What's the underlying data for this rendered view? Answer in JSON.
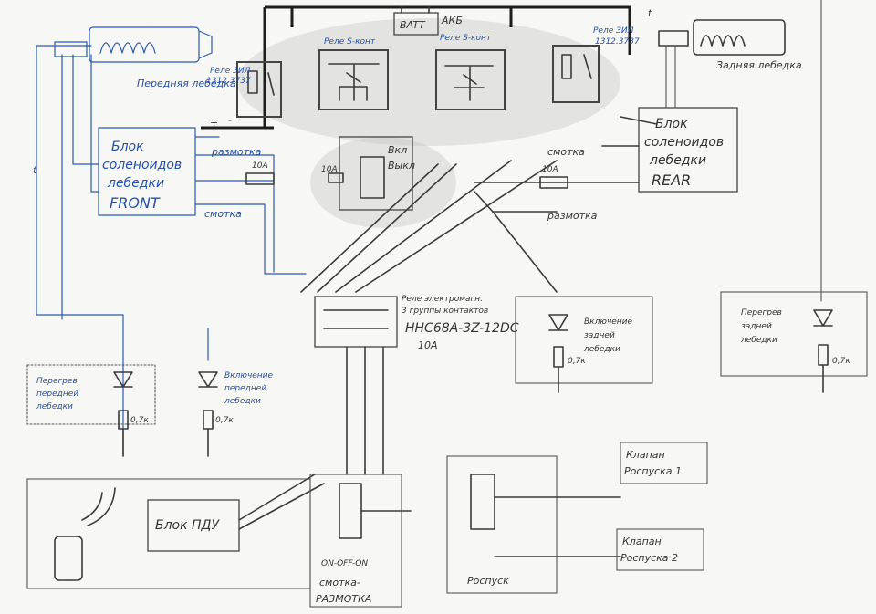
{
  "labels": {
    "akb": "АКБ",
    "batt": "BATT",
    "rele_s_kont_1": "Реле S-конт",
    "rele_s_kont_2": "Реле S-конт",
    "rele_left": "Реле ЗИЛ",
    "rele_left_num": "1312.3737",
    "rele_right": "Реле ЗИЛ",
    "rele_right_num": "1312.3737",
    "winch_front": "Передняя лебедка",
    "winch_rear": "Задняя лебедка",
    "block_front_l1": "Блок",
    "block_front_l2": "соленоидов",
    "block_front_l3": "лебедки",
    "block_front_l4": "FRONT",
    "block_rear_l1": "Блок",
    "block_rear_l2": "соленоидов",
    "block_rear_l3": "лебедки",
    "block_rear_l4": "REAR",
    "vkl_vykl_1": "Вкл",
    "vkl_vykl_2": "Выкл",
    "fuse_10a_1": "10А",
    "fuse_10a_2": "10А",
    "fuse_10a_3": "10А",
    "razmotka_1": "размотка",
    "smotka_1": "смотка",
    "smotka_2": "смотка",
    "razmotka_2": "размотка",
    "rele_em_l1": "Реле электромагн.",
    "rele_em_l2": "3 группы контактов",
    "rele_em_model": "HHC68A-3Z-12DC",
    "rele_em_amp": "10А",
    "led_front_over_l1": "Перегрев",
    "led_front_over_l2": "передней",
    "led_front_over_l3": "лебедки",
    "led_front_on_l1": "Включение",
    "led_front_on_l2": "передней",
    "led_front_on_l3": "лебедки",
    "led_rear_on_l1": "Включение",
    "led_rear_on_l2": "задней",
    "led_rear_on_l3": "лебедки",
    "led_rear_over_l1": "Перегрев",
    "led_rear_over_l2": "задней",
    "led_rear_over_l3": "лебедки",
    "r_07k_1": "0,7к",
    "r_07k_2": "0,7к",
    "r_07k_3": "0,7к",
    "r_07k_4": "0,7к",
    "block_pdu": "Блок ПДУ",
    "switch_mode": "ON-OFF-ON",
    "smotka_razmotka_l1": "смотка-",
    "smotka_razmotka_l2": "РАЗМОТКА",
    "rospusk": "Роспуск",
    "valve1_l1": "Клапан",
    "valve1_l2": "Роспуска 1",
    "valve2_l1": "Клапан",
    "valve2_l2": "Роспуска 2",
    "t_sym": "t",
    "plus": "+",
    "minus": "-"
  },
  "colors": {
    "ink_blue": "#2a5db0",
    "pencil": "#3a3a3a",
    "paper": "#f7f7f5"
  }
}
